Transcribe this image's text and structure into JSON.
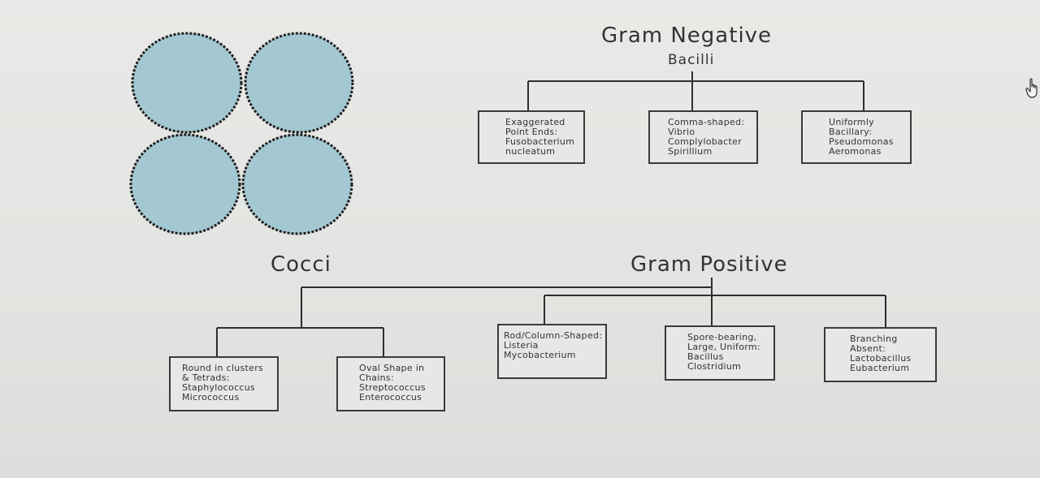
{
  "titles": {
    "gram_negative": "Gram Negative",
    "bacilli": "Bacilli",
    "cocci": "Cocci",
    "gram_positive": "Gram Positive"
  },
  "gram_negative_boxes": [
    {
      "lines": [
        "Exaggerated",
        "Point Ends:",
        "Fusobacterium",
        "nucleatum"
      ]
    },
    {
      "lines": [
        "Comma-shaped:",
        "Vibrio",
        "Complylobacter",
        "Spirillium"
      ]
    },
    {
      "lines": [
        "Uniformly",
        "Bacillary:",
        "Pseudomonas",
        "Aeromonas"
      ]
    }
  ],
  "cocci_boxes": [
    {
      "lines": [
        "Round in clusters",
        "& Tetrads:",
        "Staphylococcus",
        "Micrococcus"
      ]
    },
    {
      "lines": [
        "Oval Shape in",
        "Chains:",
        "Streptococcus",
        "Enterococcus"
      ]
    }
  ],
  "gram_positive_boxes": [
    {
      "lines": [
        "Rod/Column-Shaped:",
        "Listeria",
        "Mycobacterium"
      ]
    },
    {
      "lines": [
        "Spore-bearing,",
        "Large, Uniform:",
        "Bacillus",
        "Clostridium"
      ]
    },
    {
      "lines": [
        "Branching",
        "Absent:",
        "Lactobacillus",
        "Eubacterium"
      ]
    }
  ],
  "colors": {
    "cell_fill": "#a3c8d2",
    "cell_outline": "#1e1e1e",
    "line": "#2e2e2e",
    "box_border": "#3a3a3a"
  },
  "icons": [
    "cocci-cell-cluster-icon",
    "hand-pointer-cursor-icon"
  ]
}
